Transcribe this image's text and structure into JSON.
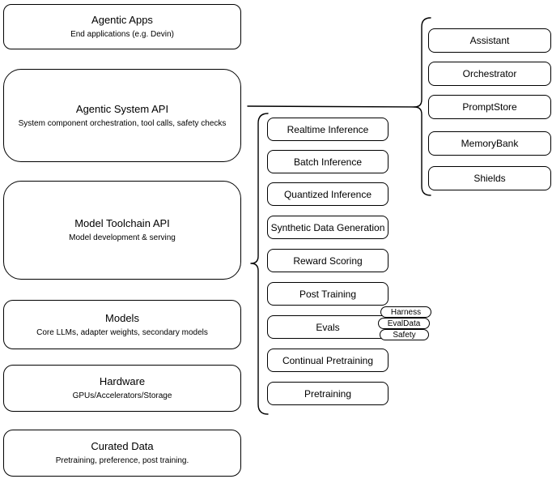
{
  "colors": {
    "stroke": "#000000",
    "background": "#ffffff",
    "text": "#000000"
  },
  "left_column": {
    "boxes": [
      {
        "title": "Agentic Apps",
        "subtitle": "End applications (e.g. Devin)"
      },
      {
        "title": "Agentic System API",
        "subtitle": "System component orchestration, tool calls, safety checks"
      },
      {
        "title": "Model Toolchain API",
        "subtitle": "Model development & serving"
      },
      {
        "title": "Models",
        "subtitle": "Core LLMs, adapter weights, secondary models"
      },
      {
        "title": "Hardware",
        "subtitle": "GPUs/Accelerators/Storage"
      },
      {
        "title": "Curated Data",
        "subtitle": "Pretraining, preference, post training."
      }
    ]
  },
  "middle_column": {
    "boxes": [
      {
        "label": "Realtime Inference"
      },
      {
        "label": "Batch Inference"
      },
      {
        "label": "Quantized Inference"
      },
      {
        "label": "Synthetic Data Generation"
      },
      {
        "label": "Reward Scoring"
      },
      {
        "label": "Post Training"
      },
      {
        "label": "Evals"
      },
      {
        "label": "Continual Pretraining"
      },
      {
        "label": "Pretraining"
      }
    ]
  },
  "evals_tags": [
    "Harness",
    "EvalData",
    "Safety"
  ],
  "right_column": {
    "boxes": [
      {
        "label": "Assistant"
      },
      {
        "label": "Orchestrator"
      },
      {
        "label": "PromptStore"
      },
      {
        "label": "MemoryBank"
      },
      {
        "label": "Shields"
      }
    ]
  }
}
